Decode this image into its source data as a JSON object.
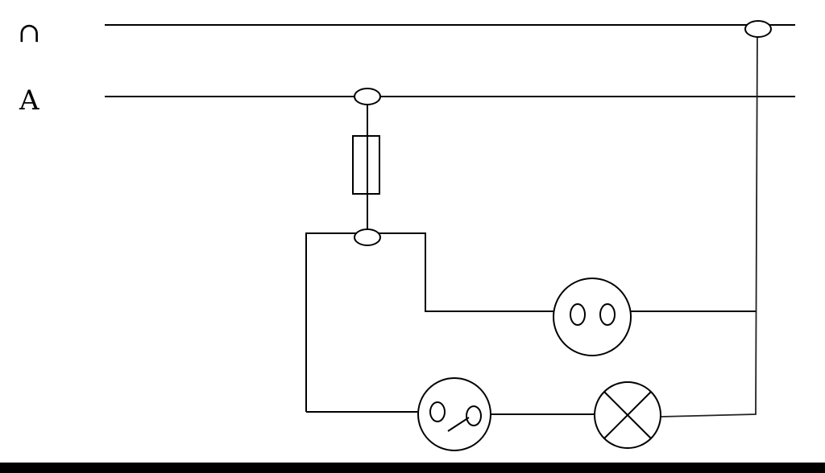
{
  "labels": {
    "neutral_line": "∩",
    "live_line": "A"
  },
  "components": [
    {
      "id": "fuse",
      "icon": "fuse-icon"
    },
    {
      "id": "socket",
      "icon": "socket-icon"
    },
    {
      "id": "switch",
      "icon": "switch-icon"
    },
    {
      "id": "lamp",
      "icon": "lamp-icon"
    }
  ],
  "colors": {
    "line": "#000000",
    "background": "#ffffff"
  }
}
